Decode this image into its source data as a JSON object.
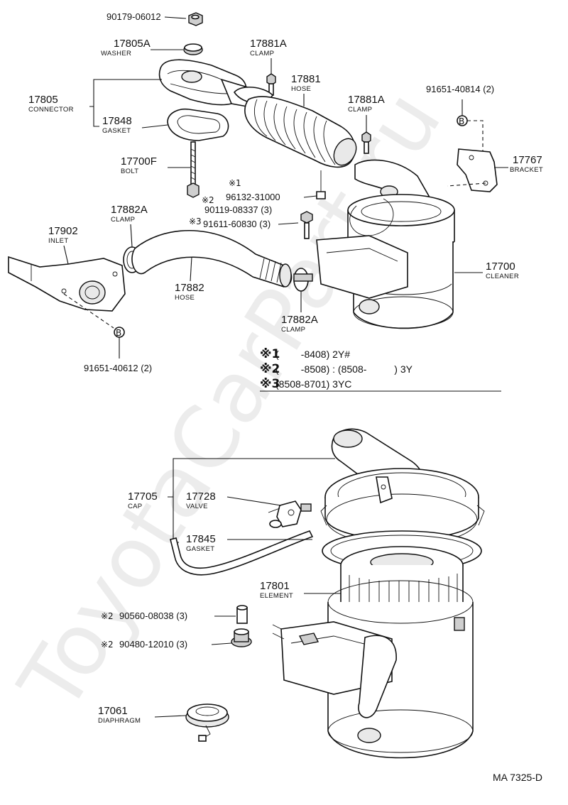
{
  "watermark": "ToyotaCarPart.ru",
  "diagram_code": "MA 7325-D",
  "callouts": {
    "c90179": {
      "number": "90179-06012"
    },
    "c17805A": {
      "number": "17805A",
      "desc": "WASHER"
    },
    "c17805": {
      "number": "17805",
      "desc": "CONNECTOR"
    },
    "c17848": {
      "number": "17848",
      "desc": "GASKET"
    },
    "c17700F": {
      "number": "17700F",
      "desc": "BOLT"
    },
    "c17881A_top": {
      "number": "17881A",
      "desc": "CLAMP"
    },
    "c17881": {
      "number": "17881",
      "desc": "HOSE"
    },
    "c17881A_mid": {
      "number": "17881A",
      "desc": "CLAMP"
    },
    "c91651_40814": {
      "number": "91651-40814 (2)"
    },
    "c17767": {
      "number": "17767",
      "desc": "BRACKET"
    },
    "c96132": {
      "mark": "※1",
      "number": "96132-31000"
    },
    "c90119": {
      "mark": "※2",
      "number": "90119-08337 (3)"
    },
    "c91611": {
      "mark": "※3",
      "number": "91611-60830 (3)"
    },
    "c17882A_top": {
      "number": "17882A",
      "desc": "CLAMP"
    },
    "c17902": {
      "number": "17902",
      "desc": "INLET"
    },
    "c17882": {
      "number": "17882",
      "desc": "HOSE"
    },
    "c17882A_bot": {
      "number": "17882A",
      "desc": "CLAMP"
    },
    "c17700": {
      "number": "17700",
      "desc": "CLEANER"
    },
    "c91651_40612": {
      "number": "91651-40612 (2)"
    },
    "c17705": {
      "number": "17705",
      "desc": "CAP"
    },
    "c17728": {
      "number": "17728",
      "desc": "VALVE"
    },
    "c17845": {
      "number": "17845",
      "desc": "GASKET"
    },
    "c17801": {
      "number": "17801",
      "desc": "ELEMENT"
    },
    "c90560": {
      "mark": "※2",
      "number": "90560-08038 (3)"
    },
    "c90480": {
      "mark": "※2",
      "number": "90480-12010 (3)"
    },
    "c17061": {
      "number": "17061",
      "desc": "DIAPHRAGM"
    },
    "refB_top": {
      "letter": "B"
    },
    "refB_bottom": {
      "letter": "B"
    }
  },
  "notes": [
    {
      "mark": "※1",
      "text": "(        -8408) 2Y#"
    },
    {
      "mark": "※2",
      "text": "(        -8508) : (8508-          ) 3Y"
    },
    {
      "mark": "※3",
      "text": "(8508-8701) 3YC"
    }
  ]
}
